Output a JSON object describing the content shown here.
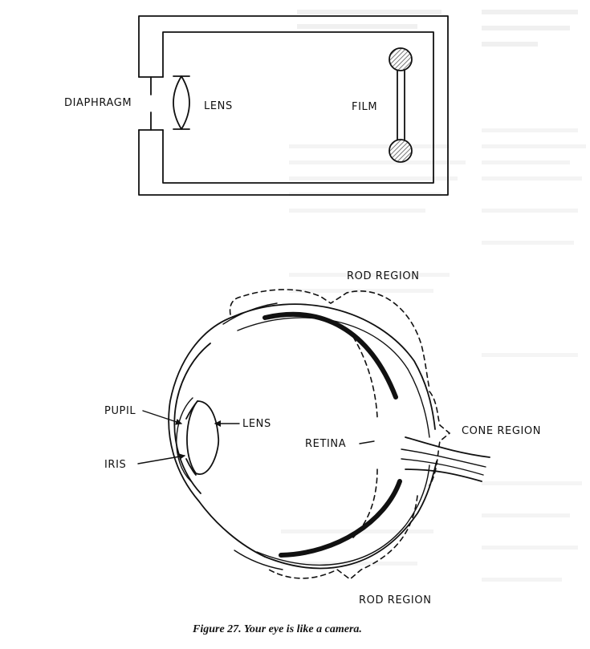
{
  "camera": {
    "label_diaphragm": "DIAPHRAGM",
    "label_lens": "LENS",
    "label_film": "FILM"
  },
  "eye": {
    "label_pupil": "PUPIL",
    "label_lens": "LENS",
    "label_iris": "IRIS",
    "label_retina": "RETINA",
    "label_rod_region_top": "ROD REGION",
    "label_cone_region": "CONE REGION",
    "label_rod_region_bottom": "ROD REGION"
  },
  "caption": "Figure 27.  Your eye is like a camera.",
  "colors": {
    "ink": "#111111",
    "bleed_text": "#cfcfcf",
    "film_hatch": "#777777"
  }
}
